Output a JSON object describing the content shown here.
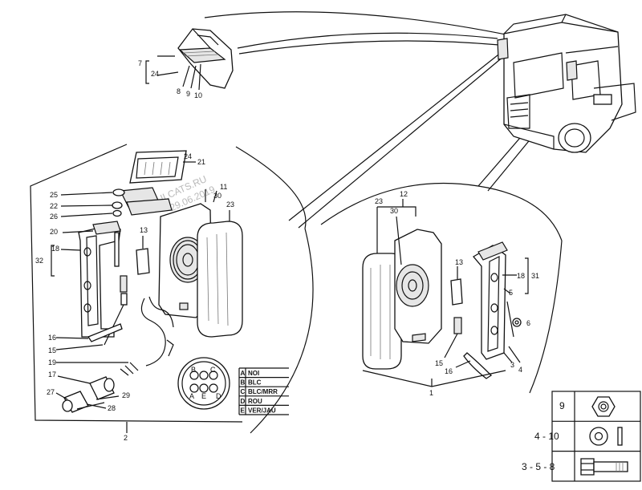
{
  "watermark": {
    "line1": "ILCATS.RU",
    "line2": "29.06.2019"
  },
  "callouts": {
    "n1": "1",
    "n2": "2",
    "n3": "3",
    "n4": "4",
    "n5": "5",
    "n6": "6",
    "n7": "7",
    "n8": "8",
    "n9": "9",
    "n10": "10",
    "n11": "11",
    "n12": "12",
    "n13": "13",
    "n15": "15",
    "n16": "16",
    "n17": "17",
    "n18": "18",
    "n19": "19",
    "n20": "20",
    "n21": "21",
    "n22": "22",
    "n23": "23",
    "n24": "24",
    "n25": "25",
    "n26": "26",
    "n27": "27",
    "n28": "28",
    "n29": "29",
    "n30": "30",
    "n31": "31",
    "n32": "32"
  },
  "connector_pins": [
    "A",
    "B",
    "C",
    "D",
    "E"
  ],
  "wire_legend": [
    {
      "pin": "A",
      "color": "NOI"
    },
    {
      "pin": "B",
      "color": "BLC"
    },
    {
      "pin": "C",
      "color": "BLC/MRR"
    },
    {
      "pin": "D",
      "color": "ROU"
    },
    {
      "pin": "E",
      "color": "VER/JAU"
    }
  ],
  "hardware_table": [
    {
      "refs": "9",
      "icon": "hex-nut-icon"
    },
    {
      "refs": "4 - 10",
      "icon": "washer-icon"
    },
    {
      "refs": "3 - 5 - 8",
      "icon": "bolt-icon"
    }
  ]
}
